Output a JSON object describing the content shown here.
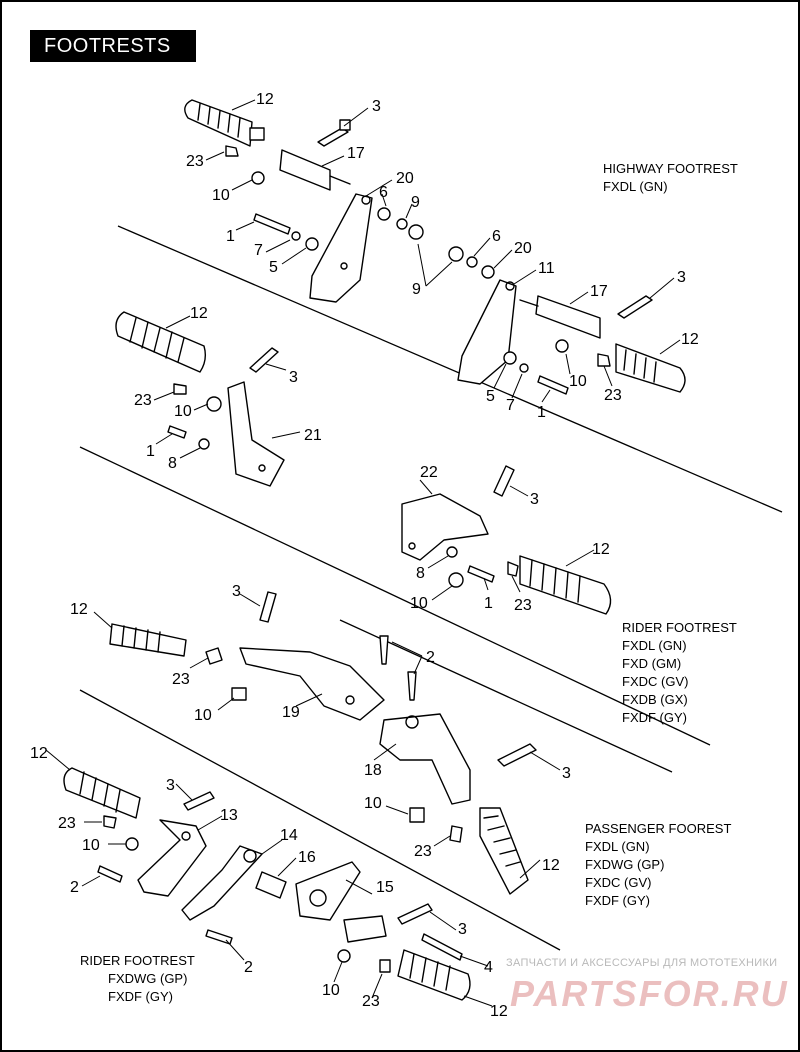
{
  "title": "FOOTRESTS",
  "sections": [
    {
      "key": "highway",
      "lines": [
        "HIGHWAY FOOTREST",
        "FXDL (GN)"
      ]
    },
    {
      "key": "rider",
      "lines": [
        "RIDER FOOTREST",
        "FXDL (GN)",
        "FXD (GM)",
        "FXDC (GV)",
        "FXDB (GX)",
        "FXDF (GY)"
      ]
    },
    {
      "key": "passenger",
      "lines": [
        "PASSENGER FOOREST",
        "FXDL (GN)",
        "FXDWG (GP)",
        "FXDC (GV)",
        "FXDF (GY)"
      ]
    },
    {
      "key": "rider2",
      "lines": [
        "RIDER FOOTREST",
        "FXDWG (GP)",
        "FXDF (GY)"
      ]
    }
  ],
  "callouts": [
    "12",
    "3",
    "23",
    "17",
    "10",
    "20",
    "6",
    "9",
    "1",
    "7",
    "5",
    "9",
    "6",
    "20",
    "11",
    "17",
    "3",
    "12",
    "10",
    "23",
    "5",
    "7",
    "1",
    "12",
    "3",
    "23",
    "10",
    "21",
    "1",
    "8",
    "22",
    "3",
    "12",
    "8",
    "10",
    "1",
    "23",
    "12",
    "3",
    "2",
    "23",
    "10",
    "19",
    "18",
    "3",
    "10",
    "23",
    "12",
    "12",
    "3",
    "13",
    "23",
    "10",
    "2",
    "14",
    "16",
    "15",
    "3",
    "2",
    "4",
    "10",
    "23",
    "12"
  ],
  "watermark": {
    "caption": "ЗАПЧАСТИ И АКСЕССУАРЫ ДЛЯ МОТОТЕХНИКИ",
    "brand": "PARTSFOR.RU"
  }
}
